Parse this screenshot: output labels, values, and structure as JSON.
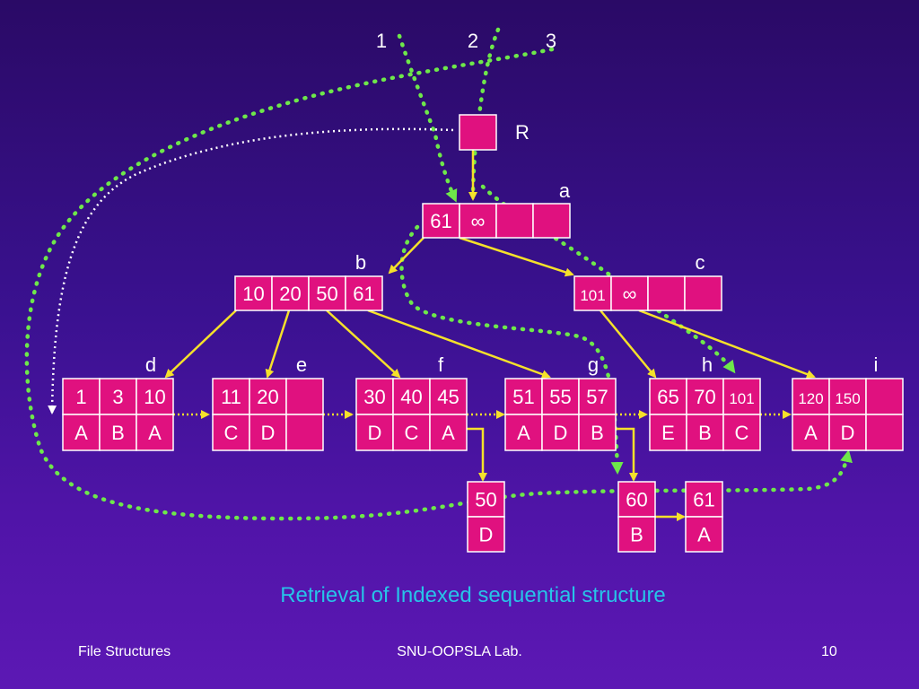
{
  "labels": {
    "path1": "1",
    "path2": "2",
    "path3": "3",
    "root": "R",
    "a": "a",
    "b": "b",
    "c": "c",
    "d": "d",
    "e": "e",
    "f": "f",
    "g": "g",
    "h": "h",
    "i": "i"
  },
  "nodes": {
    "a": [
      "61",
      "∞",
      "",
      ""
    ],
    "b": [
      "10",
      "20",
      "50",
      "61"
    ],
    "c": [
      "101",
      "∞",
      "",
      ""
    ]
  },
  "leaves": {
    "d": {
      "keys": [
        "1",
        "3",
        "10"
      ],
      "values": [
        "A",
        "B",
        "A"
      ]
    },
    "e": {
      "keys": [
        "11",
        "20",
        ""
      ],
      "values": [
        "C",
        "D",
        ""
      ]
    },
    "f": {
      "keys": [
        "30",
        "40",
        "45"
      ],
      "values": [
        "D",
        "C",
        "A"
      ]
    },
    "g": {
      "keys": [
        "51",
        "55",
        "57"
      ],
      "values": [
        "A",
        "D",
        "B"
      ]
    },
    "h": {
      "keys": [
        "65",
        "70",
        "101"
      ],
      "values": [
        "E",
        "B",
        "C"
      ]
    },
    "i": {
      "keys": [
        "120",
        "150",
        ""
      ],
      "values": [
        "A",
        "D",
        ""
      ]
    }
  },
  "overflow": [
    {
      "key": "50",
      "value": "D"
    },
    {
      "key": "60",
      "value": "B"
    },
    {
      "key": "61",
      "value": "A"
    }
  ],
  "title": "Retrieval of Indexed sequential structure",
  "footer": {
    "left": "File Structures",
    "center": "SNU-OOPSLA Lab.",
    "right": "10"
  },
  "colors": {
    "cell_fill": "#e0117f",
    "cell_stroke": "#ffffff",
    "pointer_yellow": "#f5e12a",
    "path_green": "#6ee84a",
    "path_white": "#ffffff",
    "title_color": "#27c4e8"
  }
}
